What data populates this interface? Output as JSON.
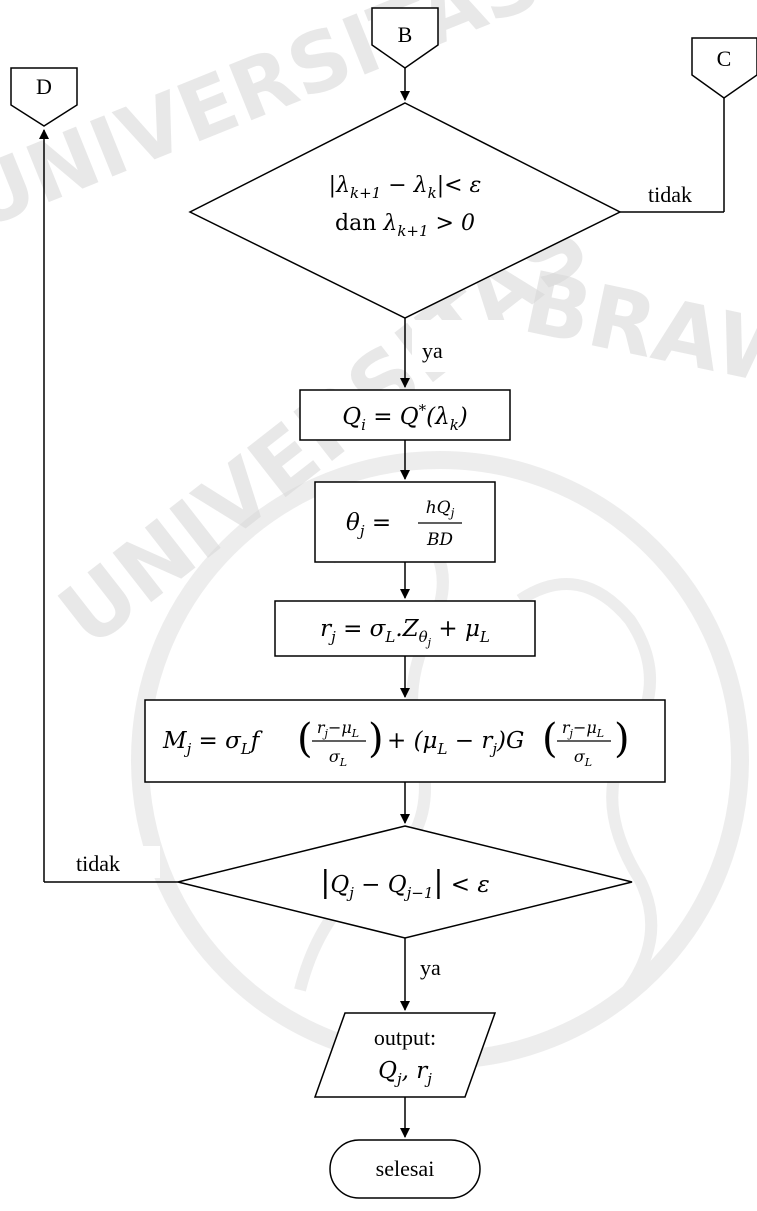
{
  "watermark": {
    "line1": "UNIVERSITAS BRAWIJAYA",
    "arc_left": "UNIVERSITAS",
    "arc_right": "BRAW"
  },
  "connectors": {
    "b": "B",
    "c": "C",
    "d": "D"
  },
  "decision1": {
    "line1": "|λk+1 − λk|< ε",
    "line2": "dan λk+1 > 0",
    "no_label": "tidak",
    "yes_label": "ya"
  },
  "process": {
    "q_assign": "Qi = Q*(λk)",
    "theta": "θj = hQj / BD",
    "r_eq": "rj = σL.Zθj + μL",
    "m_eq": "Mj = σL f((rj−μL)/σL) + (μL − rj)G((rj−μL)/σL)"
  },
  "decision2": {
    "text": "|Qj − Qj−1| < ε",
    "no_label": "tidak",
    "yes_label": "ya"
  },
  "output": {
    "line1": "output:",
    "line2": "Qj, rj"
  },
  "terminal": {
    "label": "selesai"
  },
  "colors": {
    "line": "#000000",
    "fill": "#ffffff",
    "watermark": "#d7d7d7"
  }
}
